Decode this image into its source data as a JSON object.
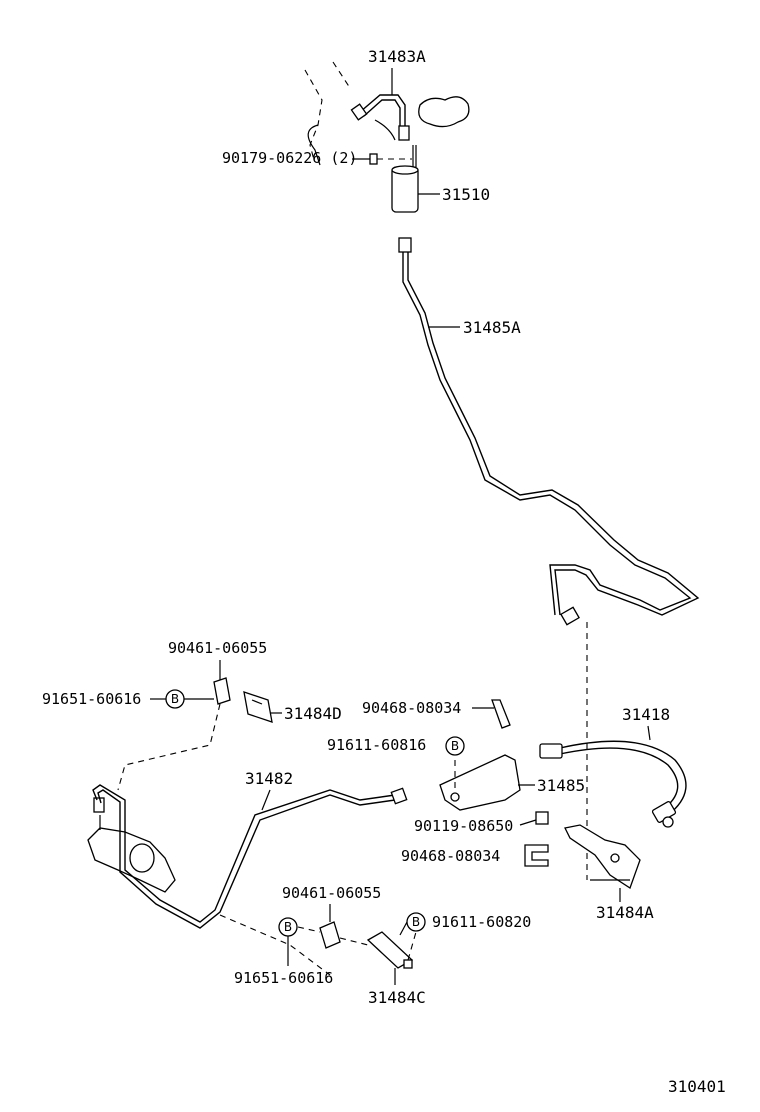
{
  "labels": {
    "p31483A": "31483A",
    "p90179": "90179-06226 (2)",
    "p31510": "31510",
    "p31485A": "31485A",
    "p90461a": "90461-06055",
    "p91651a": "91651-60616",
    "p31484D": "31484D",
    "p90468a": "90468-08034",
    "p31418": "31418",
    "p91611a": "91611-60816",
    "p31485": "31485",
    "p31482": "31482",
    "p90119": "90119-08650",
    "p90468b": "90468-08034",
    "p31484A": "31484A",
    "p90461b": "90461-06055",
    "p91611b": "91611-60820",
    "p91651b": "91651-60616",
    "p31484C": "31484C",
    "figure_no": "310401"
  },
  "badges": {
    "b1": "B",
    "b2": "B",
    "b3": "B",
    "b4": "B"
  }
}
